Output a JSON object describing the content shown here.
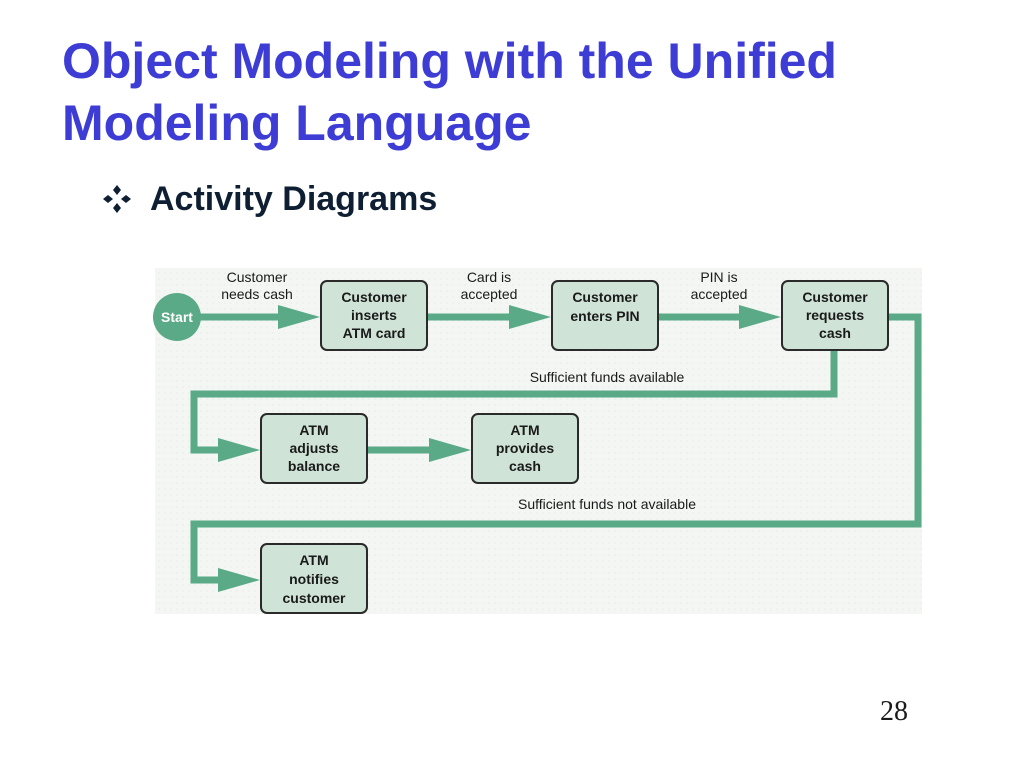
{
  "slide": {
    "title_line1": "Object Modeling with the Unified",
    "title_line2": "Modeling Language",
    "bullet": "Activity Diagrams",
    "page_number": "28"
  },
  "diagram": {
    "start_label": "Start",
    "nodes": {
      "inserts_card": [
        "Customer",
        "inserts",
        "ATM card"
      ],
      "enters_pin": [
        "Customer",
        "enters PIN"
      ],
      "requests_cash": [
        "Customer",
        "requests",
        "cash"
      ],
      "adjusts_balance": [
        "ATM",
        "adjusts",
        "balance"
      ],
      "provides_cash": [
        "ATM",
        "provides",
        "cash"
      ],
      "notifies_customer": [
        "ATM",
        "notifies",
        "customer"
      ]
    },
    "edge_labels": {
      "needs_cash": [
        "Customer",
        "needs cash"
      ],
      "card_accepted": [
        "Card is",
        "accepted"
      ],
      "pin_accepted": [
        "PIN is",
        "accepted"
      ],
      "funds_available": "Sufficient funds available",
      "funds_not_available": "Sufficient funds not available"
    },
    "colors": {
      "flow": "#5aaa88",
      "box_fill": "#cfe3d6",
      "box_stroke": "#2a2a2a",
      "start_fill": "#5aaa88",
      "background": "#f1f4f1"
    }
  }
}
